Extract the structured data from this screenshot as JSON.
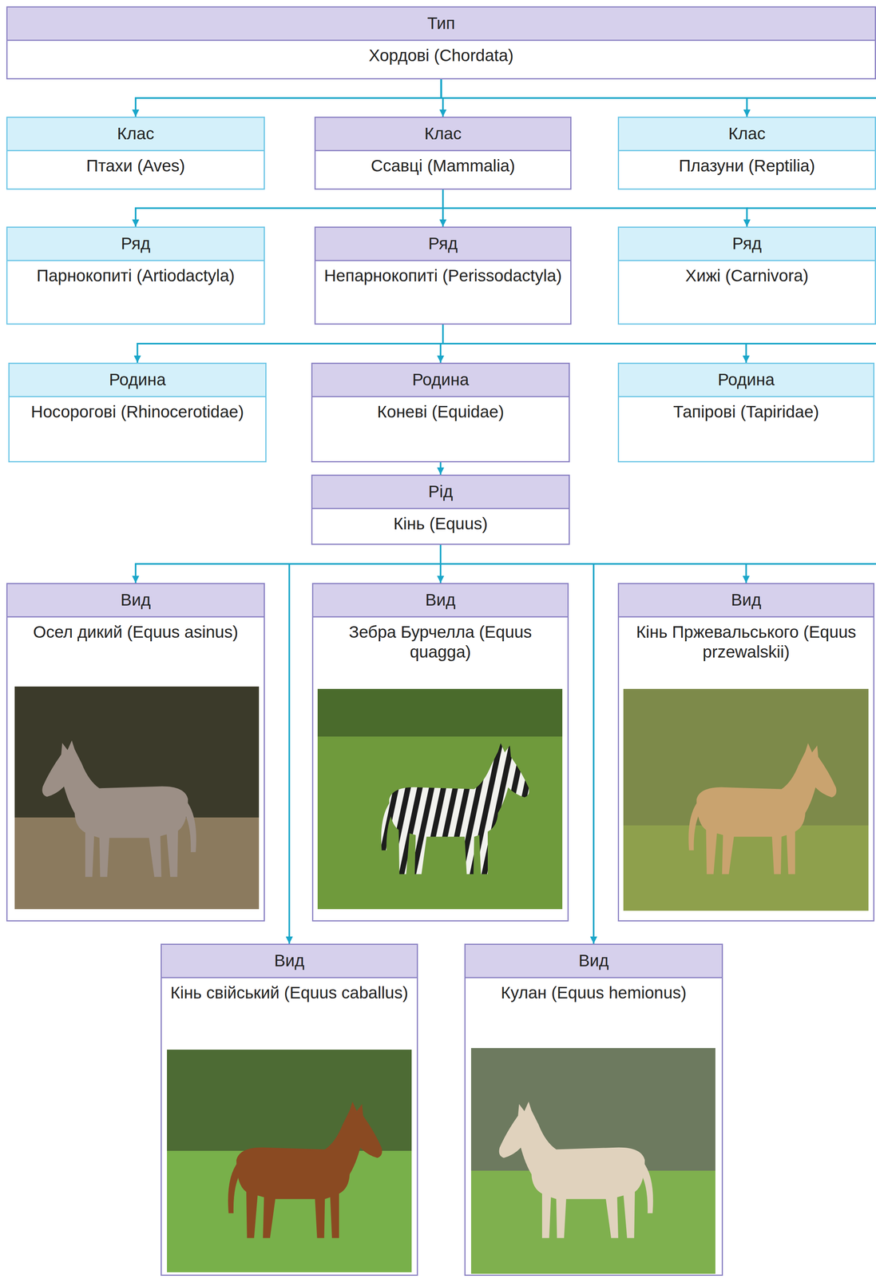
{
  "diagram": {
    "nodes": [
      {
        "text": [
          "Тип",
          "Хордові (Chordata)"
        ]
      },
      {
        "text": [
          "Клас",
          "Птахи (Aves)"
        ]
      },
      {
        "text": [
          "Клас",
          "Ссавці (Mammalia)"
        ]
      },
      {
        "text": [
          "Клас",
          "Плазуни (Reptilia)"
        ]
      },
      {
        "text": [
          "Ряд",
          "Парнокопиті (Artiodactyla)"
        ]
      },
      {
        "text": [
          "Ряд",
          "Непарнокопиті (Perissodactyla)"
        ]
      },
      {
        "text": [
          "Ряд",
          "Хижі (Carnivora)"
        ]
      },
      {
        "text": [
          "Родина",
          "Носорогові (Rhinocerotidae)"
        ]
      },
      {
        "text": [
          "Родина",
          "Коневі (Equidae)"
        ]
      },
      {
        "text": [
          "Родина",
          "Тапірові (Tapiridae)"
        ]
      },
      {
        "text": [
          "Рід",
          "Кінь (Equus)"
        ]
      },
      {
        "text": [
          "Вид",
          "Осел дикий (Equus asinus)"
        ]
      },
      {
        "text": [
          "Вид",
          "Зебра Бурчелла (Equus quagga)"
        ]
      },
      {
        "text": [
          "Вид",
          "Кінь Пржевальського (Equus przewalskii)"
        ]
      },
      {
        "text": [
          "Вид",
          "Кінь свійський (Equus caballus)"
        ]
      },
      {
        "text": [
          "Вид",
          "Кулан (Equus hemionus)"
        ]
      }
    ],
    "edges": [
      {
        "from": 0,
        "to": 1,
        "arrow": "to"
      },
      {
        "from": 0,
        "to": 2,
        "arrow": "to"
      },
      {
        "from": 0,
        "to": 3,
        "arrow": "to"
      },
      {
        "from": 2,
        "to": 4,
        "arrow": "to"
      },
      {
        "from": 2,
        "to": 5,
        "arrow": "to"
      },
      {
        "from": 2,
        "to": 6,
        "arrow": "to"
      },
      {
        "from": 5,
        "to": 7,
        "arrow": "to"
      },
      {
        "from": 5,
        "to": 8,
        "arrow": "to"
      },
      {
        "from": 5,
        "to": 9,
        "arrow": "to"
      },
      {
        "from": 8,
        "to": 10,
        "arrow": "to"
      },
      {
        "from": 10,
        "to": 11,
        "arrow": "to"
      },
      {
        "from": 10,
        "to": 12,
        "arrow": "to"
      },
      {
        "from": 10,
        "to": 13,
        "arrow": "to"
      },
      {
        "from": 10,
        "to": 14,
        "arrow": "to"
      },
      {
        "from": 10,
        "to": 15,
        "arrow": "to"
      }
    ]
  }
}
